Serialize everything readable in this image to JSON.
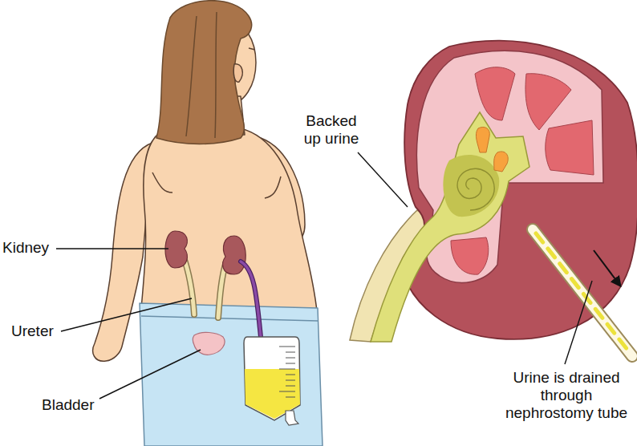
{
  "diagram": {
    "labels": [
      "Kidney",
      "Ureter",
      "Bladder",
      "Backed up urine",
      "Urine is drained through nephrostomy tube"
    ]
  }
}
